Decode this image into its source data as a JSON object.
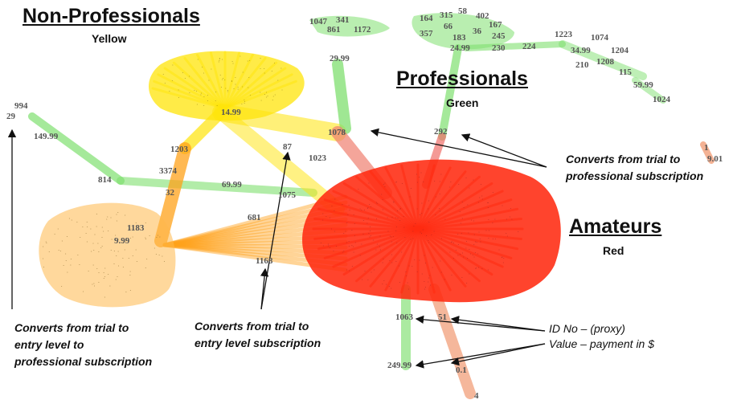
{
  "titles": {
    "non_professionals": "Non-Professionals",
    "non_professionals_color": "Yellow",
    "professionals": "Professionals",
    "professionals_color": "Green",
    "amateurs": "Amateurs",
    "amateurs_color": "Red"
  },
  "annotations": {
    "trial_to_professional": "Converts from trial to\nprofessional subscription",
    "trial_to_entry_to_professional": "Converts from trial to\nentry level to\nprofessional subscription",
    "trial_to_entry": "Converts from trial to\nentry level subscription",
    "id_legend": "ID No – (proxy)\nValue – payment in $"
  },
  "colors": {
    "amateur_red": "#ff2a10",
    "professional_green": "#7fe070",
    "nonprofessional_yellow": "#ffe40a",
    "entry_orange": "#ffa21a",
    "pale_orange": "#f2a07a",
    "label_gray": "#555555"
  },
  "nodes": {
    "yellow_hub": "14.99",
    "green_hub": "24.99",
    "yellow_hub_2": "9.99",
    "top_hub": "29.99",
    "ids": {
      "n1078": "1078",
      "n292": "292",
      "n87": "87",
      "n1023": "1023",
      "n1203": "1203",
      "n3374": "3374",
      "n32": "32",
      "n814": "814",
      "n69_99": "69.99",
      "n1075": "1075",
      "n1183": "1183",
      "n681": "681",
      "n1168": "1168",
      "n1063": "1063",
      "n51": "51",
      "n249_99": "249.99",
      "n0_1": "0.1",
      "n4": "4",
      "n994": "994",
      "n29": "29",
      "n149_99": "149.99",
      "n1024": "1024",
      "n59_99": "59.99",
      "n115": "115",
      "n1208": "1208",
      "n210": "210",
      "n34_99": "34.99",
      "n1204": "1204",
      "n1223": "1223",
      "n1074": "1074",
      "n224": "224",
      "n230": "230",
      "n1047": "1047",
      "n341": "341",
      "n861": "861",
      "n1172": "1172",
      "n164": "164",
      "n315": "315",
      "n58": "58",
      "n402": "402",
      "n167": "167",
      "n357": "357",
      "n183": "183",
      "n36": "36",
      "n245": "245",
      "n66": "66",
      "n9_01": "9.01",
      "n1": "1"
    }
  }
}
